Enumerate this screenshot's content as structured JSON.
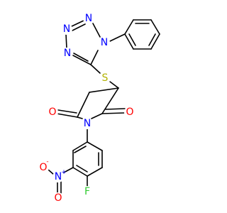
{
  "molecule": {
    "colors": {
      "bond": "#000000",
      "N": "#0000ff",
      "O": "#ff0000",
      "S": "#b2b200",
      "F": "#33cc33"
    },
    "labels": {
      "tetrazole_n1": "N",
      "tetrazole_n2": "N",
      "tetrazole_n3": "N",
      "tetrazole_n4": "N",
      "thioether_s": "S",
      "imide_n": "N",
      "carbonyl_o_left": "O",
      "carbonyl_o_right": "O",
      "nitro_n": "N",
      "nitro_n_charge": "+",
      "nitro_o_left": "O",
      "nitro_o_left_charge": "-",
      "nitro_o_down": "O",
      "fluoro_f": "F"
    }
  }
}
